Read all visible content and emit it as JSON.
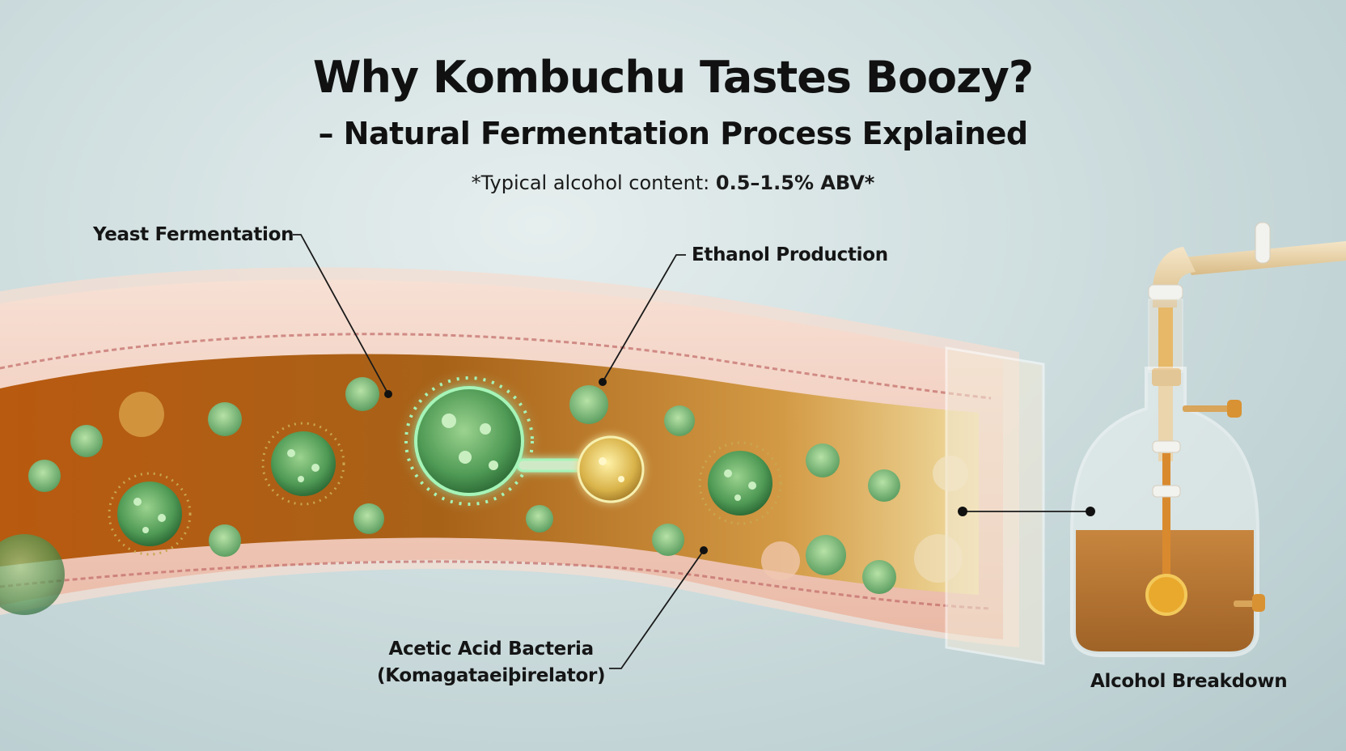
{
  "title": {
    "line1": "Why Kombuchu Tastes Boozy?",
    "line2": "– Natural Fermentation Process Explained"
  },
  "note": {
    "prefix": "*Typical alcohol content: ",
    "value": "0.5–1.5% ABV*"
  },
  "labels": {
    "yeast": "Yeast Fermentation",
    "ethanol": "Ethanol Production",
    "acetic_line1": "Acetic Acid Bacteria",
    "acetic_line2": "(Komagataeiþirelator)",
    "breakdown": "Alcohol Breakdown"
  },
  "icons": {
    "microbe": "green-microbe-icon",
    "yeast_cell": "yellow-yeast-cell-icon",
    "apparatus": "glass-flask-apparatus-icon"
  },
  "colors": {
    "microbe_green": "#5fae6a",
    "microbe_glow": "#9ef2b0",
    "tube_pink": "#f0c9b8",
    "liquid_amber": "#c77a1f",
    "flask_liquid": "#b8671a",
    "pipe_cream": "#e9d3a8"
  }
}
